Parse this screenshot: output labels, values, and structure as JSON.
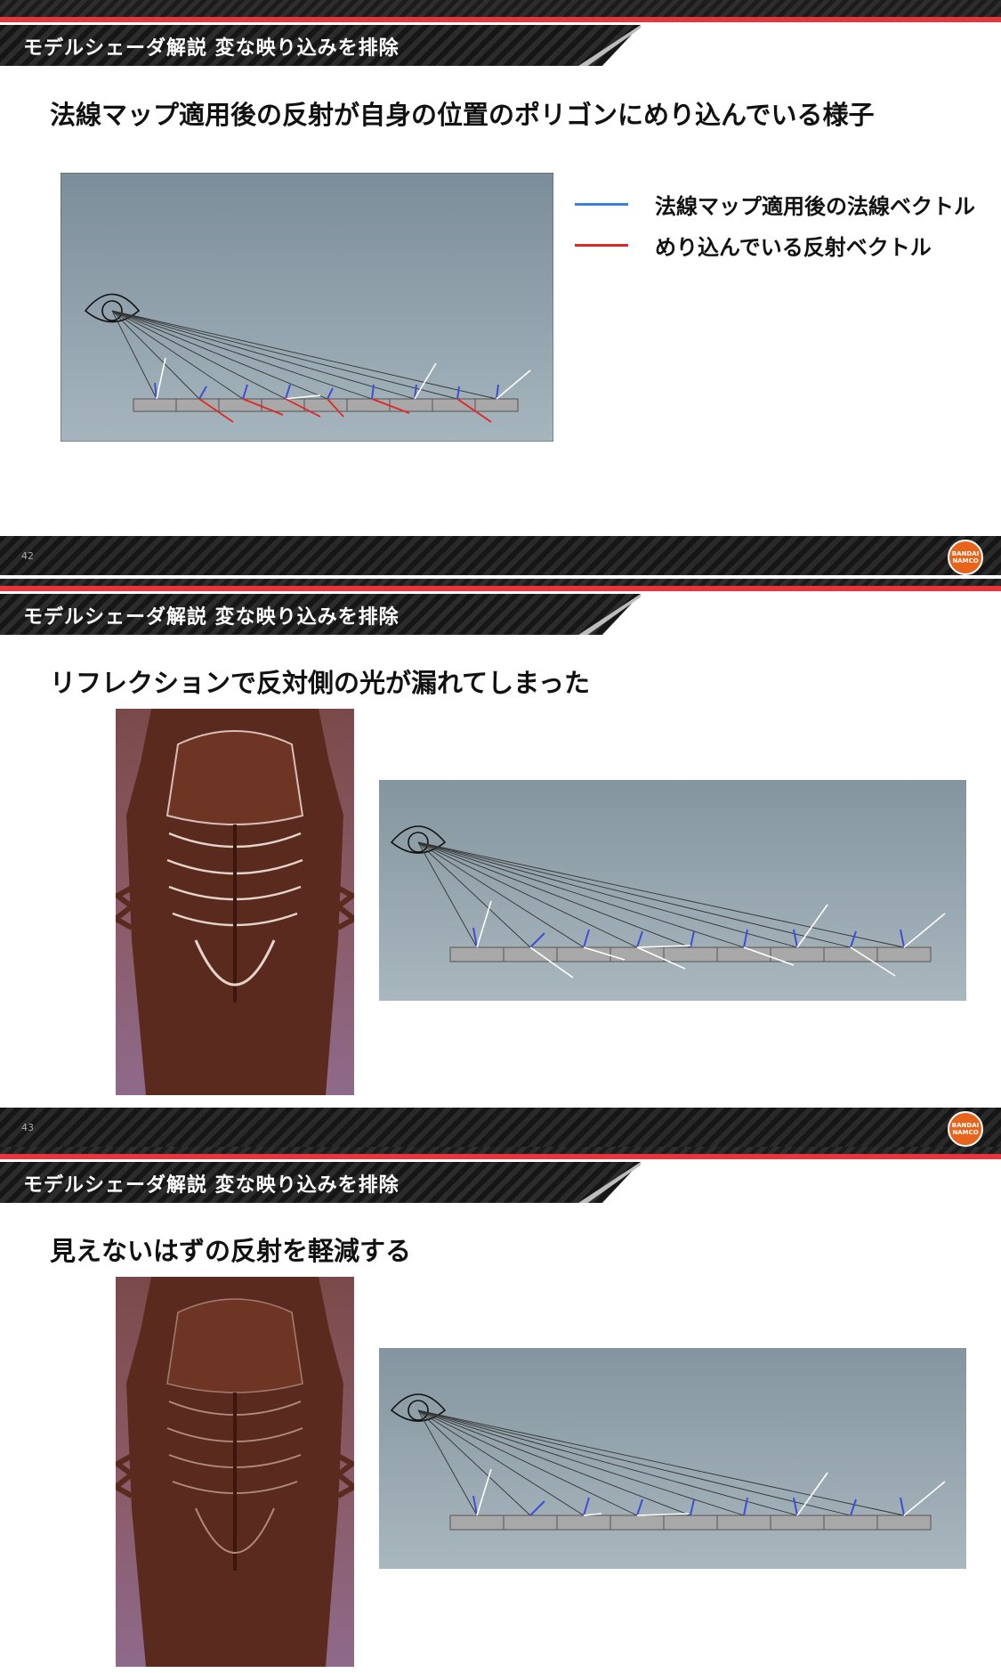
{
  "section_header": "モデルシェーダ解説 変な映り込みを排除",
  "logo_text": "BANDAI NAMCO",
  "colors": {
    "normal_vector": "#3b7fe6",
    "reflection_vector": "#e12626",
    "accent_red": "#e8343c"
  },
  "slides": [
    {
      "title": "法線マップ適用後の反射が自身の位置のポリゴンにめり込んでいる様子",
      "page_number": "42",
      "legend": [
        {
          "label": "法線マップ適用後の法線ベクトル",
          "color": "#3b7fe6"
        },
        {
          "label": "めり込んでいる反射ベクトル",
          "color": "#e12626"
        }
      ]
    },
    {
      "title": "リフレクションで反対側の光が漏れてしまった",
      "page_number": "43"
    },
    {
      "title": "見えないはずの反射を軽減する"
    }
  ]
}
